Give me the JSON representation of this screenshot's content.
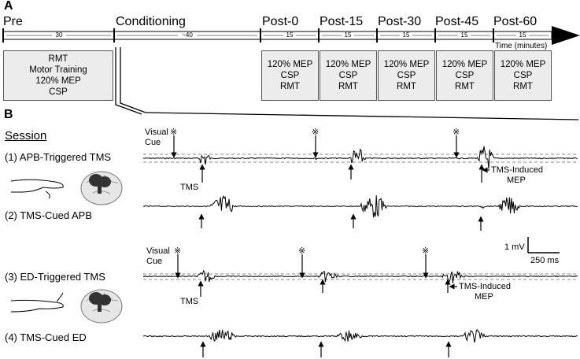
{
  "panel_a": {
    "letter": "A",
    "phases": [
      {
        "label": "Pre",
        "duration": "30"
      },
      {
        "label": "Conditioning",
        "duration": "~40"
      },
      {
        "label": "Post-0",
        "duration": "15"
      },
      {
        "label": "Post-15",
        "duration": "15"
      },
      {
        "label": "Post-30",
        "duration": "15"
      },
      {
        "label": "Post-45",
        "duration": "15"
      },
      {
        "label": "Post-60",
        "duration": "15"
      }
    ],
    "time_label": "Time (minutes)",
    "pre_box": [
      "RMT",
      "Motor Training",
      "120% MEP",
      "CSP"
    ],
    "post_box": [
      "120% MEP",
      "CSP",
      "RMT"
    ]
  },
  "panel_b": {
    "letter": "B",
    "session_heading": "Session",
    "sessions": [
      "(1) APB-Triggered TMS",
      "(2) TMS-Cued APB",
      "(3) ED-Triggered TMS",
      "(4) TMS-Cued ED"
    ],
    "visual_cue": [
      "Visual",
      "Cue"
    ],
    "tms": "TMS",
    "tms_induced_mep": [
      "TMS-Induced",
      "MEP"
    ],
    "scale_mv": "1 mV",
    "scale_ms": "250 ms",
    "star": "※"
  }
}
